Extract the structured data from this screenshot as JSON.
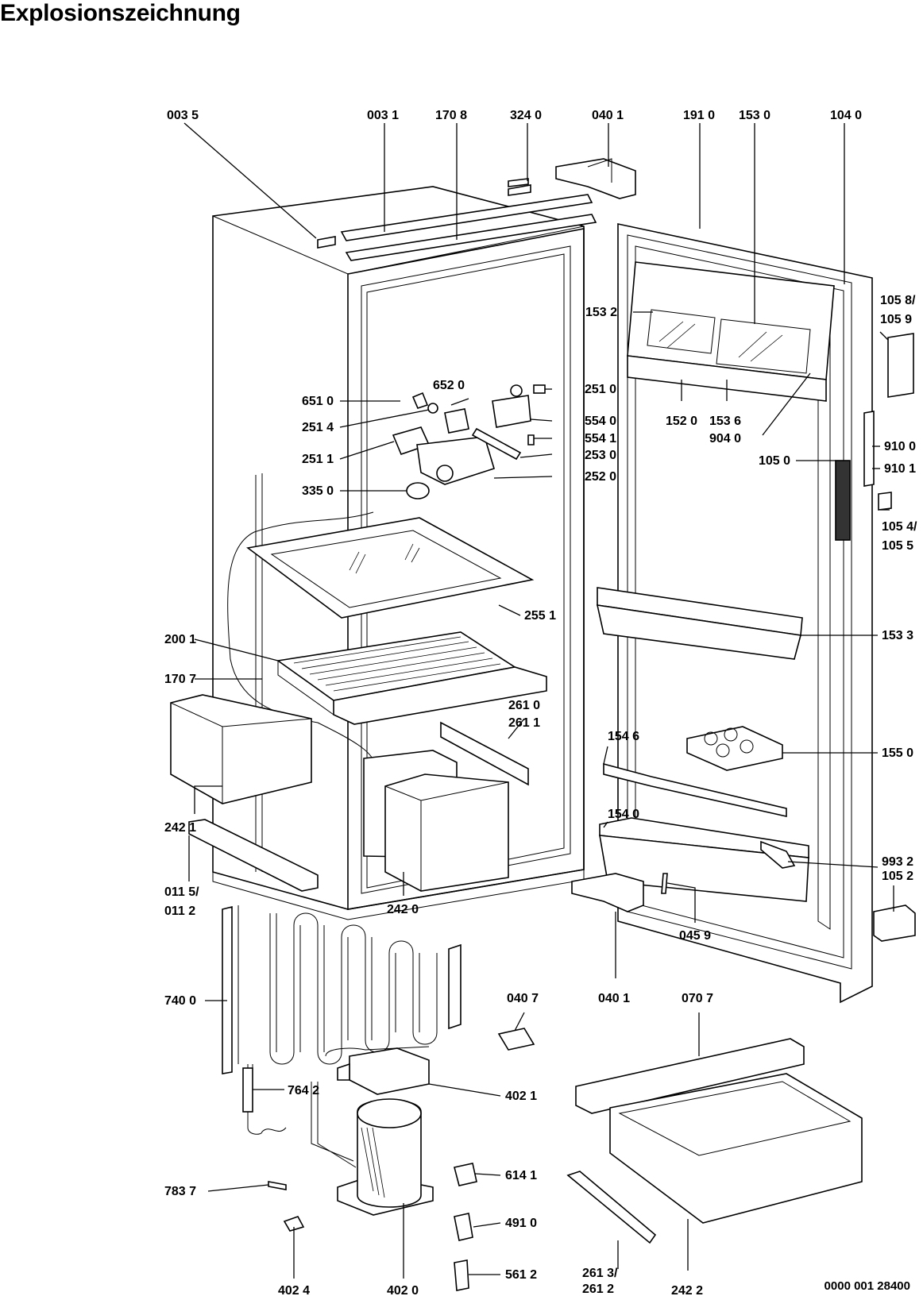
{
  "title": "Explosionszeichnung",
  "document_number": "0000 001 28400",
  "labels": {
    "p0035": "003 5",
    "p0031": "003 1",
    "p1708": "170 8",
    "p3240": "324 0",
    "p0401a": "040 1",
    "p1910": "191 0",
    "p1530": "153 0",
    "p1040": "104 0",
    "p1532": "153 2",
    "p1058": "105 8/",
    "p1059": "105 9",
    "p6510": "651 0",
    "p6520": "652 0",
    "p2510": "251 0",
    "p2514": "251 4",
    "p5540": "554 0",
    "p5541": "554 1",
    "p2511": "251 1",
    "p2530": "253 0",
    "p2520": "252 0",
    "p3350": "335 0",
    "p1520": "152 0",
    "p1536": "153 6",
    "p9040": "904 0",
    "p1050": "105 0",
    "p9100": "910 0",
    "p9101": "910 1",
    "p1054": "105 4/",
    "p1055": "105 5",
    "p2551": "255 1",
    "p1533": "153 3",
    "p2001": "200 1",
    "p1707": "170 7",
    "p2610": "261 0",
    "p2611": "261 1",
    "p1546": "154 6",
    "p1550": "155 0",
    "p2421": "242 1",
    "p1540": "154 0",
    "p9932": "993 2",
    "p1052": "105 2",
    "p0115": "011 5/",
    "p0112": "011 2",
    "p2420": "242 0",
    "p0407": "040 7",
    "p0401b": "040 1",
    "p0459": "045 9",
    "p7400": "740 0",
    "p0707": "070 7",
    "p7642": "764 2",
    "p4021": "402 1",
    "p6141": "614 1",
    "p7837": "783 7",
    "p4910": "491 0",
    "p5612": "561 2",
    "p4024": "402 4",
    "p4020": "402 0",
    "p2613": "261 3/",
    "p2612": "261 2",
    "p2422": "242 2"
  }
}
